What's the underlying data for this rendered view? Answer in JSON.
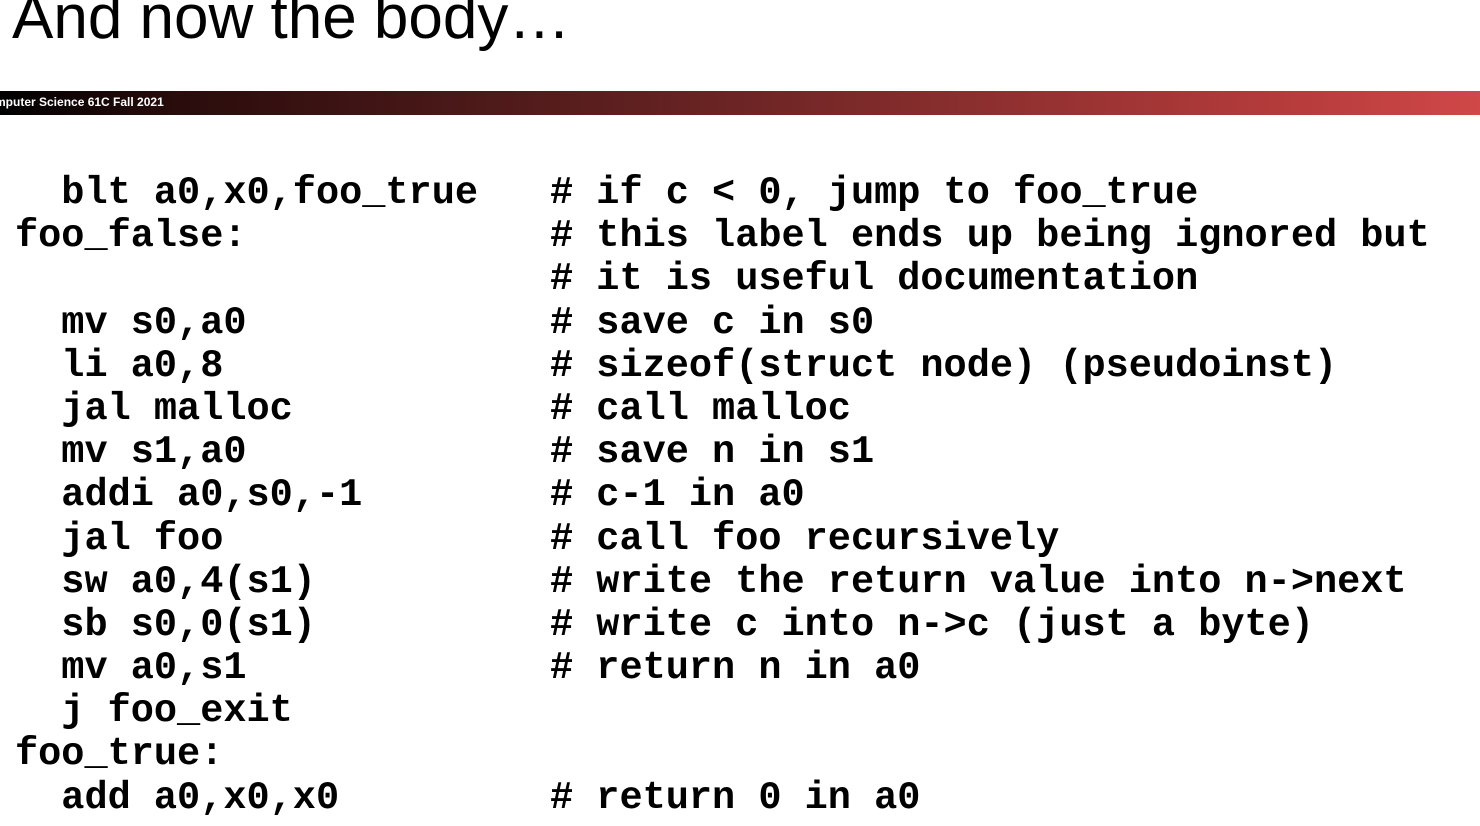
{
  "slide": {
    "title": "And now the body…",
    "course_label": "mputer Science 61C Fall 2021",
    "accent_colors": [
      "#000000",
      "#5a1e1e",
      "#d04848"
    ]
  },
  "code_lines": [
    {
      "code": "  blt a0,x0,foo_true",
      "comment": "# if c < 0, jump to foo_true"
    },
    {
      "code": "foo_false:",
      "comment": "# this label ends up being ignored but"
    },
    {
      "code": "",
      "comment": "# it is useful documentation"
    },
    {
      "code": "  mv s0,a0",
      "comment": "# save c in s0"
    },
    {
      "code": "  li a0,8",
      "comment": "# sizeof(struct node) (pseudoinst)"
    },
    {
      "code": "  jal malloc",
      "comment": "# call malloc"
    },
    {
      "code": "  mv s1,a0",
      "comment": "# save n in s1"
    },
    {
      "code": "  addi a0,s0,-1",
      "comment": "# c-1 in a0"
    },
    {
      "code": "  jal foo",
      "comment": "# call foo recursively"
    },
    {
      "code": "  sw a0,4(s1)",
      "comment": "# write the return value into n->next"
    },
    {
      "code": "  sb s0,0(s1)",
      "comment": "# write c into n->c (just a byte)"
    },
    {
      "code": "  mv a0,s1",
      "comment": "# return n in a0"
    },
    {
      "code": "  j foo_exit",
      "comment": ""
    },
    {
      "code": "foo_true:",
      "comment": ""
    },
    {
      "code": "  add a0,x0,x0",
      "comment": "# return 0 in a0"
    }
  ]
}
